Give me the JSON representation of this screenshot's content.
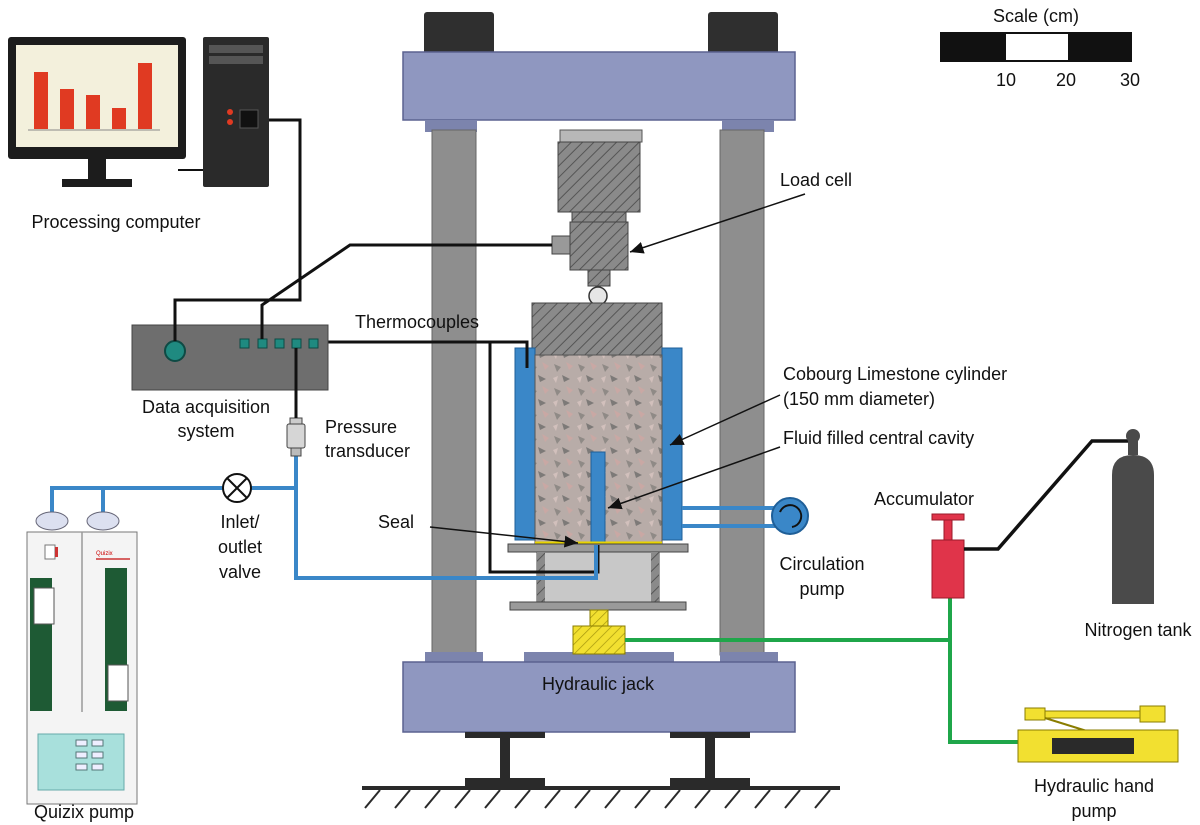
{
  "labels": {
    "processing_computer": "Processing computer",
    "load_cell": "Load cell",
    "thermocouples": "Thermocouples",
    "data_acquisition_1": "Data acquisition",
    "data_acquisition_2": "system",
    "pressure_transducer_1": "Pressure",
    "pressure_transducer_2": "transducer",
    "cylinder_1": "Cobourg Limestone cylinder",
    "cylinder_2": "(150 mm diameter)",
    "cavity": "Fluid filled central cavity",
    "seal": "Seal",
    "valve_1": "Inlet/",
    "valve_2": "outlet",
    "valve_3": "valve",
    "circulation_1": "Circulation",
    "circulation_2": "pump",
    "accumulator": "Accumulator",
    "nitrogen_tank": "Nitrogen tank",
    "hydraulic_jack": "Hydraulic jack",
    "hand_pump_1": "Hydraulic hand",
    "hand_pump_2": "pump",
    "quizix_pump": "Quizix pump",
    "quizix_brand": "Quizix"
  },
  "scale": {
    "title": "Scale (cm)",
    "ticks": [
      "10",
      "20",
      "30"
    ]
  },
  "colors": {
    "frame": "#8f97c0",
    "column": "#8e8e8e",
    "water_line": "#3a87c8",
    "hydraulic_line": "#1fa64a",
    "signal_line": "#111111",
    "jack": "#f2e030",
    "accumulator": "#e0344a",
    "tank": "#4a4a4a"
  }
}
